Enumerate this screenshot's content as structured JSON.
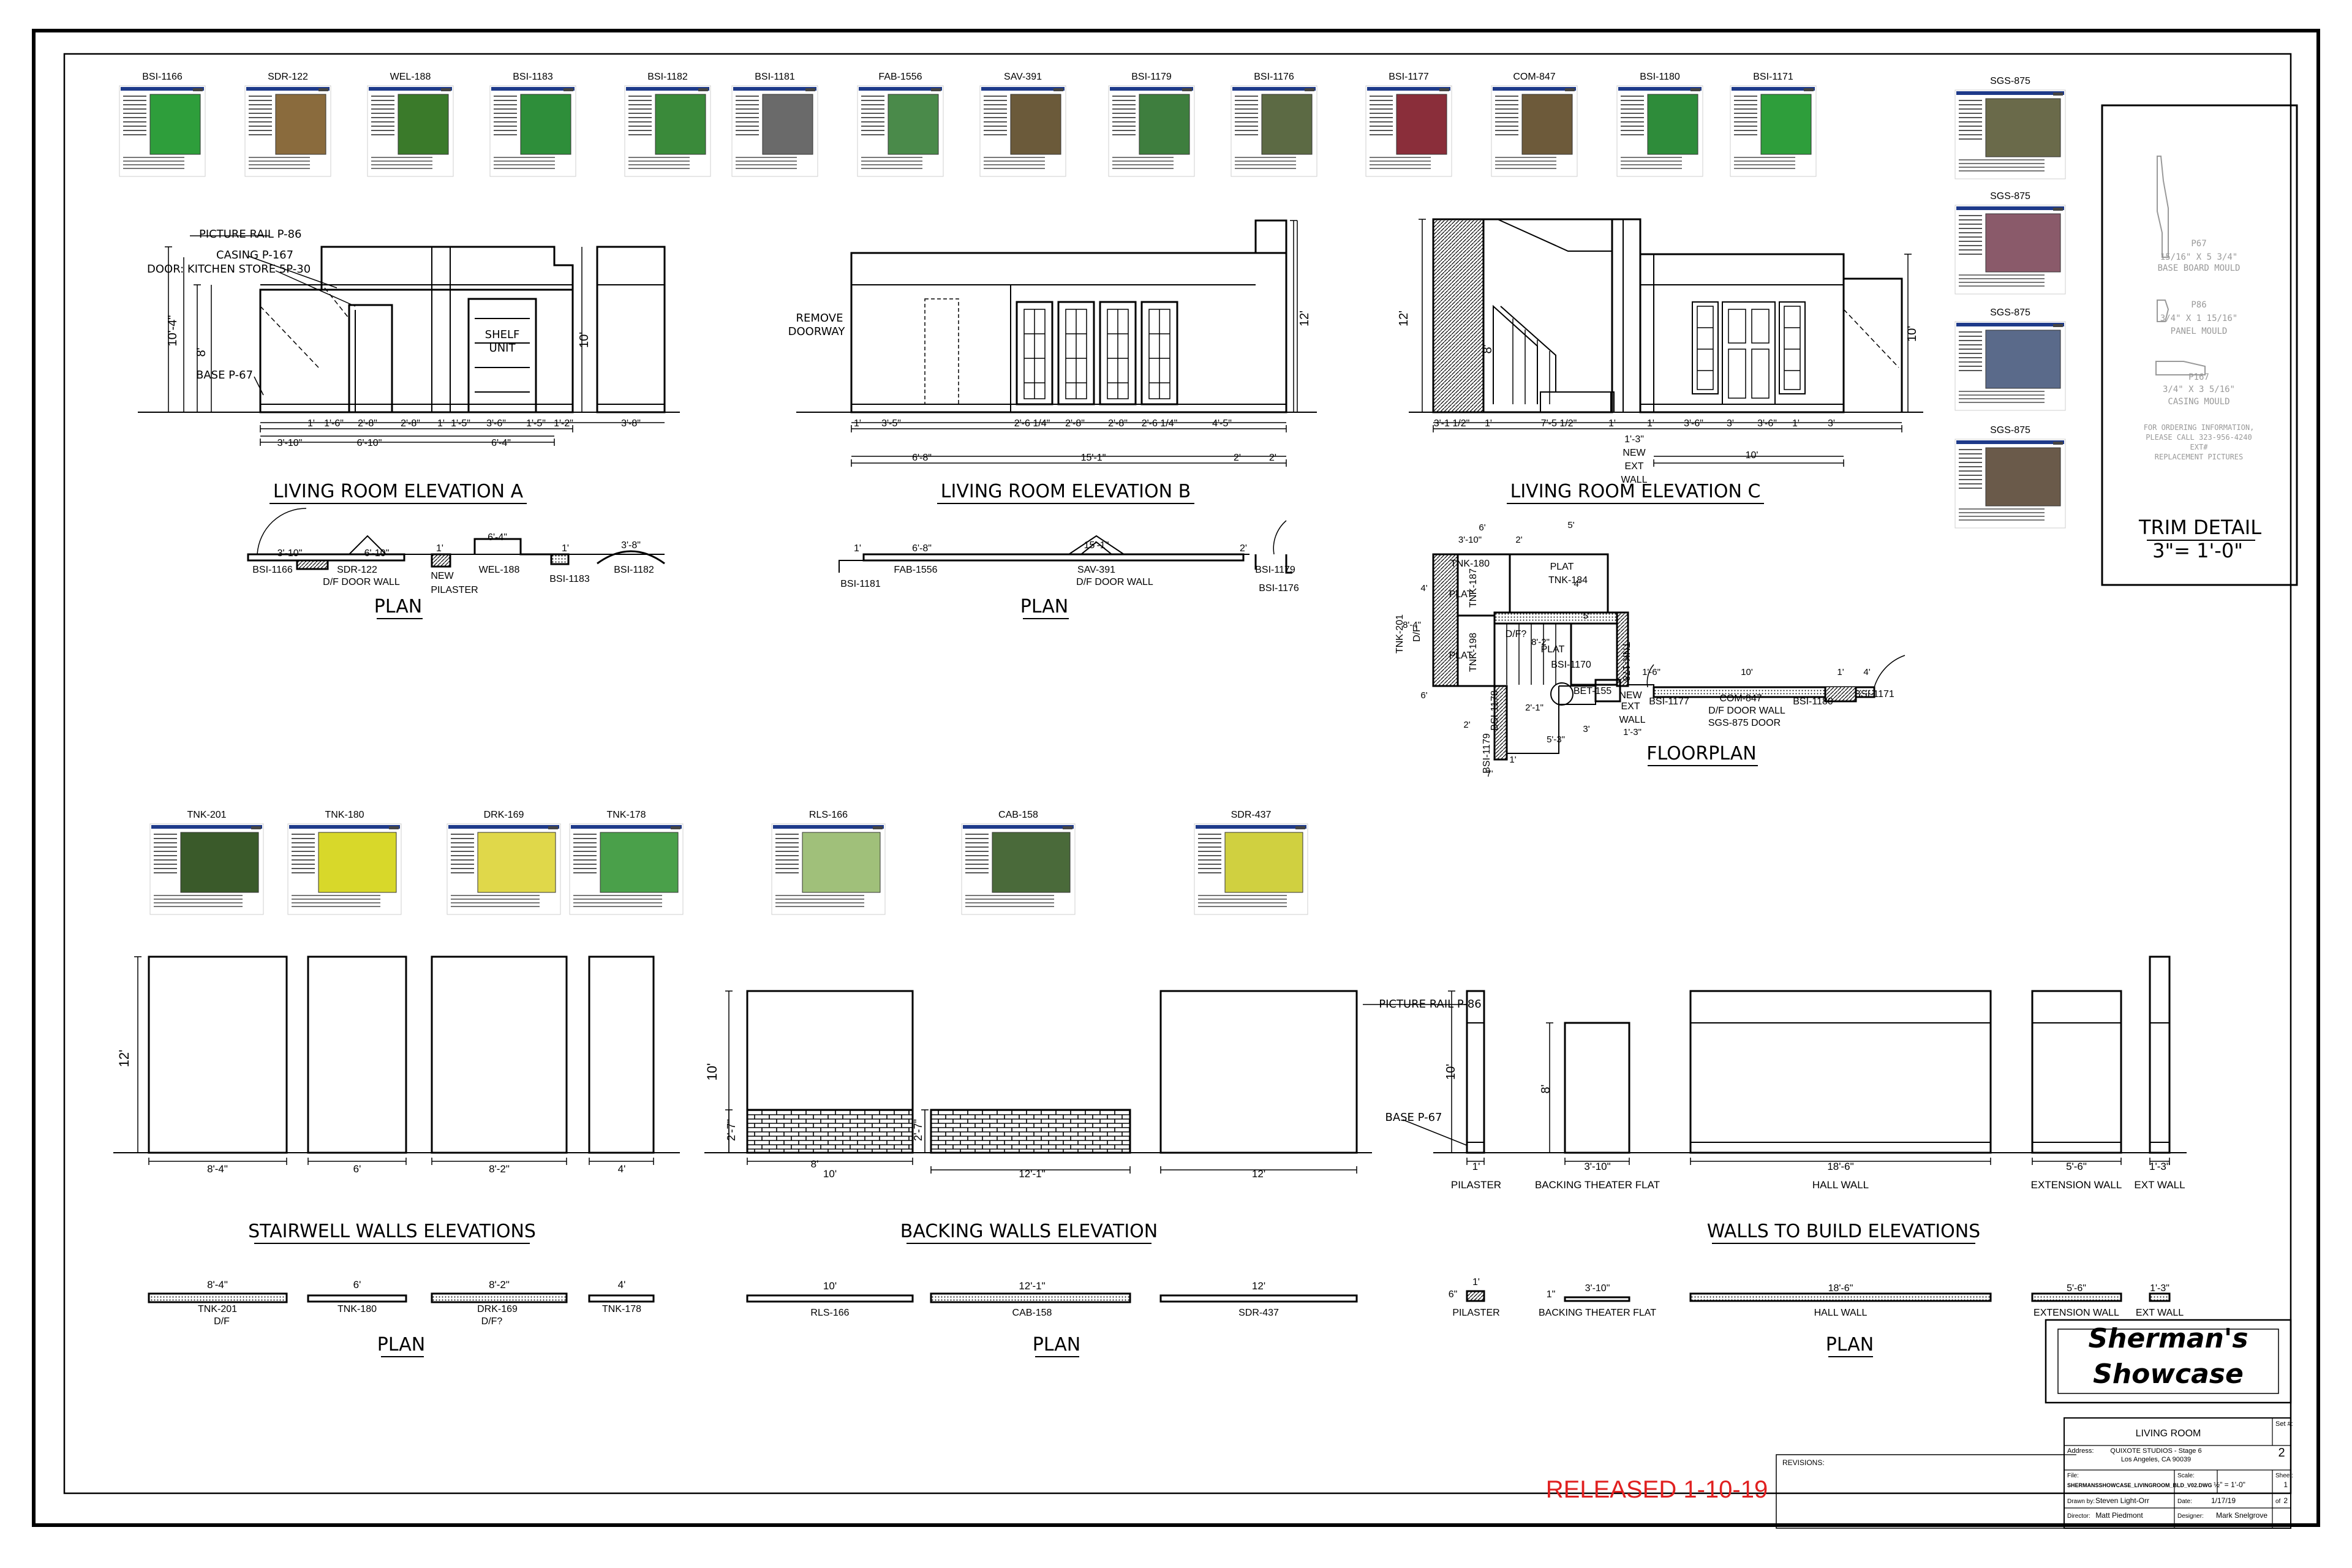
{
  "swatch_row_top": [
    "BSI-1166",
    "SDR-122",
    "WEL-188",
    "BSI-1183",
    "BSI-1182",
    "BSI-1181",
    "FAB-1556",
    "SAV-391",
    "BSI-1179",
    "BSI-1176",
    "BSI-1177",
    "COM-847",
    "BSI-1180",
    "BSI-1171"
  ],
  "swatch_col_right": [
    "SGS-875",
    "SGS-875",
    "SGS-875",
    "SGS-875"
  ],
  "swatch_row_mid": [
    "TNK-201",
    "TNK-180",
    "DRK-169",
    "TNK-178",
    "RLS-166",
    "CAB-158",
    "SDR-437"
  ],
  "elev_a": {
    "title": "LIVING ROOM  ELEVATION A",
    "notes": [
      "PICTURE RAIL P-86",
      "CASING P-167",
      "DOOR: KITCHEN STORE 5P-30",
      "BASE P-67",
      "SHELF",
      "UNIT"
    ],
    "height_a": "10'-4\"",
    "height_b": "8'",
    "height_c": "10'",
    "dims_row1": [
      "1'",
      "1'-6\"",
      "2'-8\"",
      "2'-8\"",
      "1'",
      "1'-5\"",
      "3'-6\"",
      "1'-5\"",
      "1'-2\"",
      "3'-8\""
    ],
    "dims_row2": [
      "3'-10\"",
      "6'-10\"",
      "6'-4\""
    ]
  },
  "elev_b": {
    "title": "LIVING ROOM  ELEVATION B",
    "notes": [
      "REMOVE",
      "DOORWAY"
    ],
    "height": "12'",
    "dims_row1": [
      "1'",
      "3'-5\"",
      "2'-6 1/4\"",
      "2'-8\"",
      "2'-8\"",
      "2'-6 1/4\"",
      "4'-5\""
    ],
    "dims_row2": [
      "6'-8\"",
      "15'-1\"",
      "2'",
      "2'"
    ]
  },
  "elev_c": {
    "title": "LIVING ROOM  ELEVATION C",
    "height_a": "12'",
    "height_b": "8'",
    "height_c": "10'",
    "dims_row1": [
      "3'-1 1/2\"",
      "1'",
      "7'-5 1/2\"",
      "1'",
      "1'",
      "3'-6\"",
      "3'",
      "3'-6\"",
      "1'",
      "3'"
    ],
    "notes": [
      "1'-3\"",
      "NEW",
      "EXT",
      "WALL"
    ],
    "dims_row2": [
      "10'"
    ]
  },
  "plan_a": {
    "title": "PLAN",
    "labels": [
      "BSI-1166",
      "SDR-122",
      "D/F DOOR WALL",
      "NEW",
      "PILASTER",
      "WEL-188",
      "BSI-1183",
      "BSI-1182"
    ],
    "dims": [
      "3'-10\"",
      "6'-10\"",
      "1'",
      "6'-4\"",
      "1'",
      "3'-8\""
    ]
  },
  "plan_b": {
    "title": "PLAN",
    "labels": [
      "BSI-1181",
      "FAB-1556",
      "SAV-391",
      "D/F DOOR WALL",
      "BSI-1179",
      "BSI-1176"
    ],
    "dims": [
      "1'",
      "6'-8\"",
      "15'-1\"",
      "2'"
    ]
  },
  "floorplan": {
    "title": "FLOORPLAN",
    "labels": [
      "TNK-180",
      "PLAT",
      "TNK-184",
      "PLAT",
      "TNK-187",
      "TNK-201",
      "D/F",
      "PLAT",
      "TNK-198",
      "D/F?",
      "PLAT",
      "BSI-1170",
      "TNK-178",
      "BET-155",
      "NEW",
      "EXT",
      "WALL",
      "BSI-1177",
      "COM-847",
      "D/F DOOR WALL",
      "SGS-875 DOOR",
      "BSI-1180",
      "BSI-1171",
      "BSI-1178",
      "BSI-1179"
    ],
    "dims": [
      "6'",
      "5'",
      "3'-10\"",
      "2'",
      "4'",
      "4'",
      "8'-4\"",
      "5'",
      "8'-2\"",
      "6'",
      "2'",
      "2'-1\"",
      "3'",
      "1'-3\"",
      "5'-3\"",
      "1'",
      "7'",
      "1'-6\"",
      "10'",
      "1'",
      "4'"
    ]
  },
  "trim": {
    "items": [
      "P67",
      "15/16\" X 5 3/4\"",
      "BASE BOARD MOULD",
      "P86",
      "3/4\" X 1 15/16\"",
      "PANEL MOULD",
      "P167",
      "3/4\" X 3 5/16\"",
      "CASING MOULD"
    ],
    "order_note": [
      "FOR ORDERING INFORMATION,",
      "PLEASE CALL 323-956-4240",
      "EXT#",
      "REPLACEMENT PICTURES"
    ],
    "title": "TRIM DETAIL",
    "scale": "3\"= 1'-0\""
  },
  "stairwell": {
    "title": "STAIRWELL WALLS ELEVATIONS",
    "height": "12'",
    "widths": [
      "8'-4\"",
      "6'",
      "8'-2\"",
      "4'"
    ],
    "plan_title": "PLAN",
    "plan_dims": [
      "8'-4\"",
      "6'",
      "8'-2\"",
      "4'"
    ],
    "plan_labels": [
      "TNK-201",
      "D/F",
      "TNK-180",
      "DRK-169",
      "D/F?",
      "TNK-178"
    ]
  },
  "backing": {
    "title": "BACKING WALLS ELEVATION",
    "height": "10'",
    "brick_height": "2'-7\"",
    "widths": [
      "8'",
      "10'",
      "12'-1\"",
      "12'"
    ],
    "plan_title": "PLAN",
    "plan_dims": [
      "10'",
      "12'-1\"",
      "12'"
    ],
    "plan_labels": [
      "RLS-166",
      "CAB-158",
      "SDR-437"
    ]
  },
  "to_build": {
    "title": "WALLS TO BUILD ELEVATIONS",
    "notes": [
      "PICTURE RAIL P-86",
      "BASE P-67"
    ],
    "heights": [
      "10'",
      "8'"
    ],
    "widths": [
      "1'",
      "3'-10\"",
      "18'-6\"",
      "5'-6\"",
      "1'-3\""
    ],
    "names": [
      "PILASTER",
      "BACKING THEATER FLAT",
      "HALL WALL",
      "EXTENSION WALL",
      "EXT WALL"
    ],
    "plan_title": "PLAN",
    "plan_dims": [
      "6\"",
      "1'",
      "3'-10\"",
      "1\"",
      "18'-6\"",
      "5'-6\"",
      "1'-3\""
    ]
  },
  "released": "RELEASED 1-10-19",
  "logo": [
    "Sherman's",
    "Showcase"
  ],
  "title_block": {
    "revisions_label": "REVISIONS:",
    "set_label": "Set #:",
    "set_value": "2",
    "sheet_title": "LIVING ROOM",
    "address_label": "Address:",
    "address_line1": "QUIXOTE STUDIOS - Stage 6",
    "address_line2": "Los Angeles, CA     90039",
    "file_label": "File:",
    "file_value": "SHERMANSSHOWCASE_LIVINGROOM_BLD_V02.DWG",
    "scale_label": "Scale:",
    "scale_value": "½\" = 1'-0\"",
    "sheet_label": "Sheet:",
    "sheet_num": "1",
    "of_label": "of",
    "sheet_total": "2",
    "drawn_label": "Drawn by:",
    "drawn_value": "Steven Light-Orr",
    "date_label": "Date:",
    "date_value": "1/17/19",
    "director_label": "Director:",
    "director_value": "Matt Piedmont",
    "designer_label": "Designer:",
    "designer_value": "Mark Snelgrove"
  }
}
